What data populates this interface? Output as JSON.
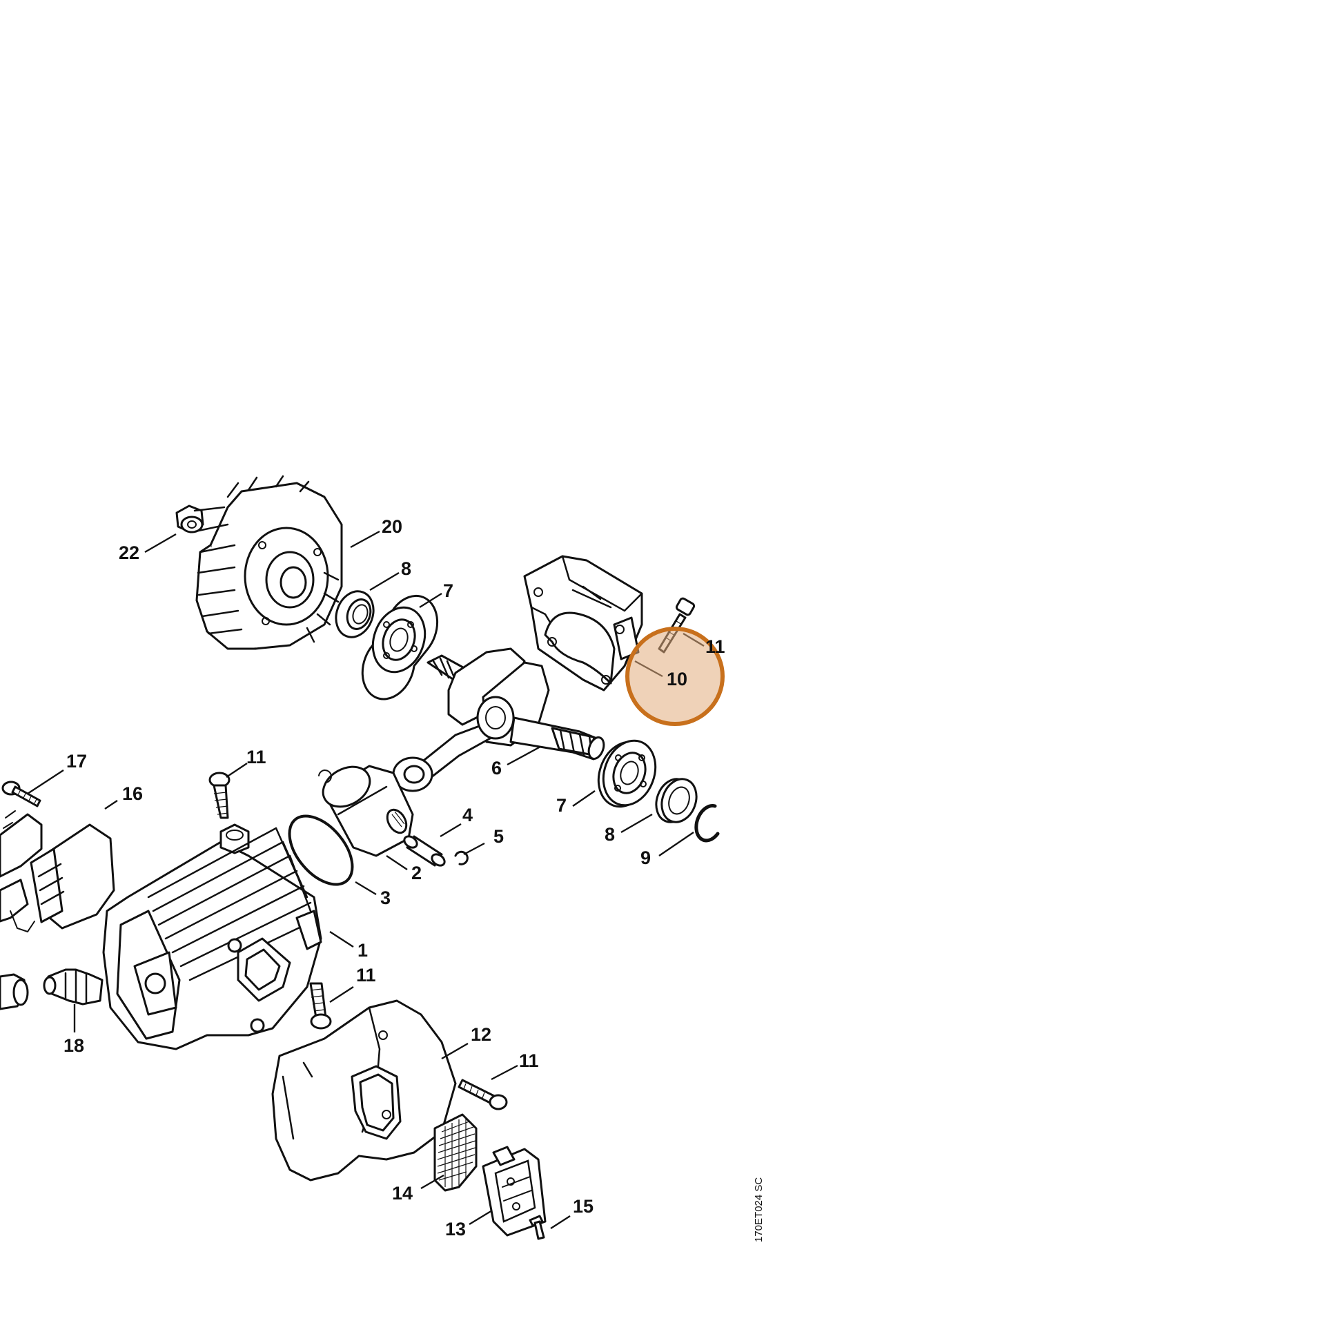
{
  "diagram": {
    "callouts": [
      {
        "id": "c22",
        "label": "22"
      },
      {
        "id": "c20",
        "label": "20"
      },
      {
        "id": "c8a",
        "label": "8"
      },
      {
        "id": "c7a",
        "label": "7"
      },
      {
        "id": "c11a",
        "label": "11"
      },
      {
        "id": "c10",
        "label": "10"
      },
      {
        "id": "c6",
        "label": "6"
      },
      {
        "id": "c7b",
        "label": "7"
      },
      {
        "id": "c8b",
        "label": "8"
      },
      {
        "id": "c9",
        "label": "9"
      },
      {
        "id": "c17",
        "label": "17"
      },
      {
        "id": "c11b",
        "label": "11"
      },
      {
        "id": "c16",
        "label": "16"
      },
      {
        "id": "c4",
        "label": "4"
      },
      {
        "id": "c5",
        "label": "5"
      },
      {
        "id": "c2",
        "label": "2"
      },
      {
        "id": "c3",
        "label": "3"
      },
      {
        "id": "c1",
        "label": "1"
      },
      {
        "id": "c11c",
        "label": "11"
      },
      {
        "id": "c18",
        "label": "18"
      },
      {
        "id": "c12",
        "label": "12"
      },
      {
        "id": "c11d",
        "label": "11"
      },
      {
        "id": "c14",
        "label": "14"
      },
      {
        "id": "c13",
        "label": "13"
      },
      {
        "id": "c15",
        "label": "15"
      }
    ],
    "reference_code": "170ET024 SC",
    "highlight": {
      "label": "10",
      "color": "#e2ad7d",
      "border_color": "#c8701c"
    }
  }
}
